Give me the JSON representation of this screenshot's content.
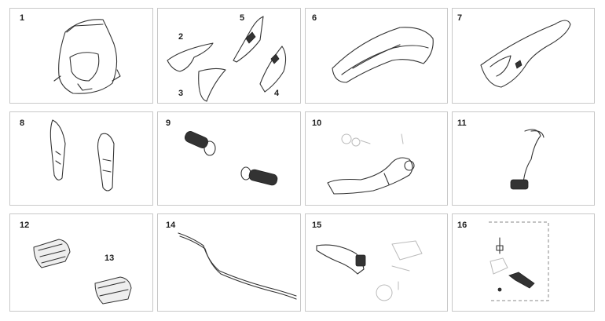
{
  "panels": [
    {
      "number": "1",
      "part": "headlight-mask"
    },
    {
      "number": "2",
      "part": "shroud-small",
      "sub_labels": [
        "2",
        "3",
        "4",
        "5"
      ]
    },
    {
      "number": "6",
      "part": "front-fender"
    },
    {
      "number": "7",
      "part": "rear-fender"
    },
    {
      "number": "8",
      "part": "fork-guards"
    },
    {
      "number": "9",
      "part": "grips"
    },
    {
      "number": "10",
      "part": "rear-brake-pedal"
    },
    {
      "number": "11",
      "part": "shift-lever"
    },
    {
      "number": "12",
      "part": "footpeg",
      "sub_labels": [
        "12",
        "13"
      ]
    },
    {
      "number": "14",
      "part": "handlebar"
    },
    {
      "number": "15",
      "part": "brake-lever"
    },
    {
      "number": "16",
      "part": "clutch-assembly"
    }
  ]
}
